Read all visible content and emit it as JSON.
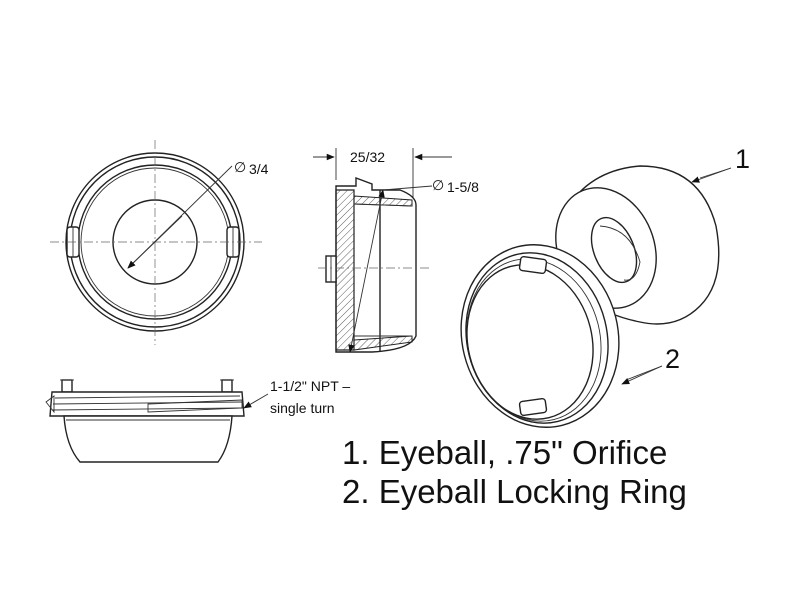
{
  "diagram": {
    "dimensions": {
      "eyeball_orifice_dia": "3/4",
      "depth": "25/32",
      "outer_dia": "1-5/8",
      "thread_line1": "1-1/2\" NPT –",
      "thread_line2": "single turn"
    },
    "callouts": {
      "part1": "1",
      "part2": "2"
    },
    "diameter_symbol": "∅",
    "legend": {
      "item1": "1. Eyeball, .75\" Orifice",
      "item2": "2. Eyeball Locking Ring"
    }
  }
}
